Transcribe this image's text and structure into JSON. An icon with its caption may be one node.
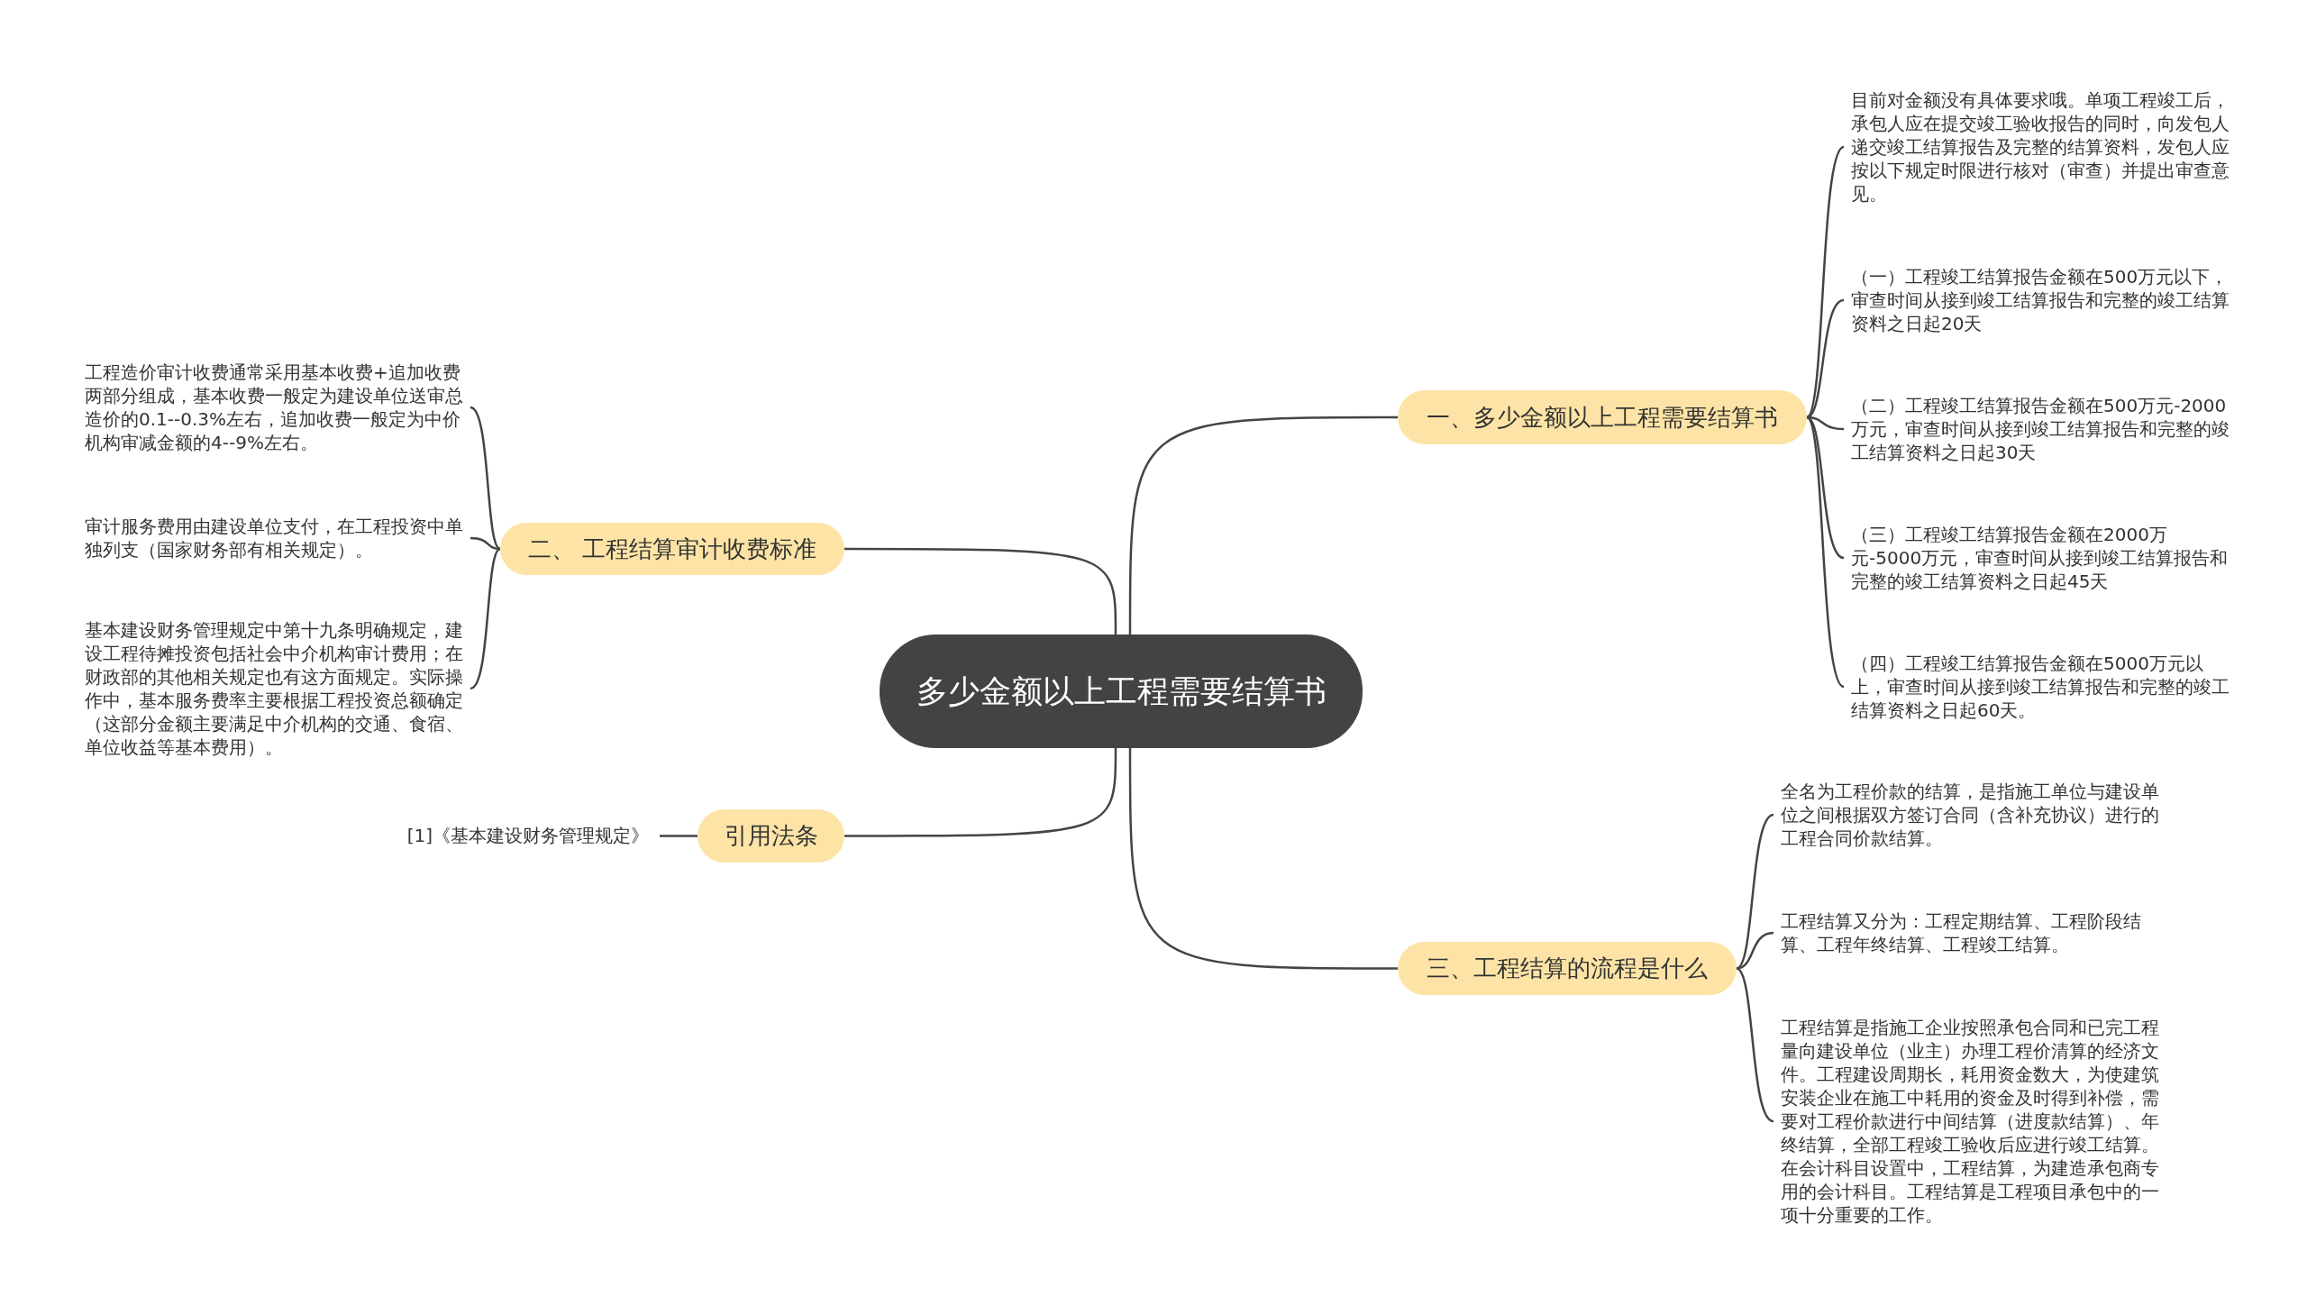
{
  "diagram": {
    "nodes": [
      {
        "text": [
          "多少金额以上工程需要结算书"
        ]
      },
      {
        "text": [
          "一、多少金额以上工程需要结算书"
        ]
      },
      {
        "text": [
          "目前对金额没有具体要求哦。单项工程竣工后，承包人应在提交竣工验收报告的同时，向发包人递交竣工结算报告及完整的结算资料，发包人应按以下规定时限进行核对（审查）并提出审查意见。"
        ]
      },
      {
        "text": [
          "（一）工程竣工结算报告金额在500万元以下，审查时间从接到竣工结算报告和完整的竣工结算资料之日起20天"
        ]
      },
      {
        "text": [
          "（二）工程竣工结算报告金额在500万元-2000万元，审查时间从接到竣工结算报告和完整的竣工结算资料之日起30天"
        ]
      },
      {
        "text": [
          "（三）工程竣工结算报告金额在2000万元-5000万元，审查时间从接到竣工结算报告和完整的竣工结算资料之日起45天"
        ]
      },
      {
        "text": [
          "（四）工程竣工结算报告金额在5000万元以上，审查时间从接到竣工结算报告和完整的竣工结算资料之日起60天。"
        ]
      },
      {
        "text": [
          "二、 工程结算审计收费标准"
        ]
      },
      {
        "text": [
          "工程造价审计收费通常采用基本收费+追加收费两部分组成，基本收费一般定为建设单位送审总造价的0.1--0.3%左右，追加收费一般定为中价机构审减金额的4--9%左右。"
        ]
      },
      {
        "text": [
          "审计服务费用由建设单位支付，在工程投资中单独列支（国家财务部有相关规定）。"
        ]
      },
      {
        "text": [
          "基本建设财务管理规定中第十九条明确规定，建设工程待摊投资包括社会中介机构审计费用；在财政部的其他相关规定也有这方面规定。实际操作中，基本服务费率主要根据工程投资总额确定（这部分金额主要满足中介机构的交通、食宿、单位收益等基本费用）。"
        ]
      },
      {
        "text": [
          "三、工程结算的流程是什么"
        ]
      },
      {
        "text": [
          "全名为工程价款的结算，是指施工单位与建设单位之间根据双方签订合同（含补充协议）进行的工程合同价款结算。"
        ]
      },
      {
        "text": [
          "工程结算又分为：工程定期结算、工程阶段结算、工程年终结算、工程竣工结算。"
        ]
      },
      {
        "text": [
          "工程结算是指施工企业按照承包合同和已完工程量向建设单位（业主）办理工程价清算的经济文件。工程建设周期长，耗用资金数大，为使建筑安装企业在施工中耗用的资金及时得到补偿，需要对工程价款进行中间结算（进度款结算）、年终结算，全部工程竣工验收后应进行竣工结算。在会计科目设置中，工程结算，为建造承包商专用的会计科目。工程结算是工程项目承包中的一项十分重要的工作。"
        ]
      },
      {
        "text": [
          "引用法条"
        ]
      },
      {
        "text": [
          "[1]《基本建设财务管理规定》"
        ]
      }
    ],
    "edges": [
      {
        "from": 0,
        "to": 1,
        "arrow": "none"
      },
      {
        "from": 1,
        "to": 2,
        "arrow": "none"
      },
      {
        "from": 1,
        "to": 3,
        "arrow": "none"
      },
      {
        "from": 1,
        "to": 4,
        "arrow": "none"
      },
      {
        "from": 1,
        "to": 5,
        "arrow": "none"
      },
      {
        "from": 1,
        "to": 6,
        "arrow": "none"
      },
      {
        "from": 0,
        "to": 7,
        "arrow": "none"
      },
      {
        "from": 7,
        "to": 8,
        "arrow": "none"
      },
      {
        "from": 7,
        "to": 9,
        "arrow": "none"
      },
      {
        "from": 7,
        "to": 10,
        "arrow": "none"
      },
      {
        "from": 0,
        "to": 11,
        "arrow": "none"
      },
      {
        "from": 11,
        "to": 12,
        "arrow": "none"
      },
      {
        "from": 11,
        "to": 13,
        "arrow": "none"
      },
      {
        "from": 11,
        "to": 14,
        "arrow": "none"
      },
      {
        "from": 0,
        "to": 15,
        "arrow": "none"
      },
      {
        "from": 15,
        "to": 16,
        "arrow": "none"
      }
    ]
  }
}
